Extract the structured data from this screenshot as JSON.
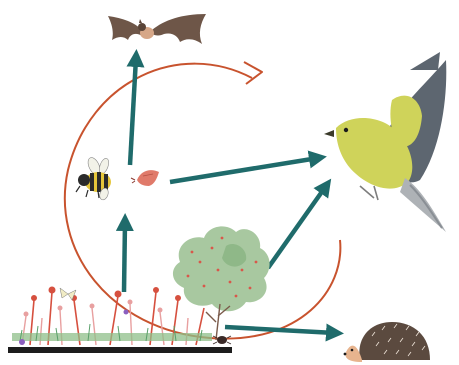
{
  "diagram": {
    "nodes": [
      "bat",
      "bee",
      "moth",
      "yellow-bird",
      "flowering-shrub",
      "wildflower-meadow",
      "hedgehog"
    ],
    "edges": [
      {
        "from": "bee",
        "to": "bat"
      },
      {
        "from": "moth",
        "to": "yellow-bird"
      },
      {
        "from": "wildflower-meadow",
        "to": "bee"
      },
      {
        "from": "flowering-shrub",
        "to": "yellow-bird"
      },
      {
        "from": "wildflower-meadow",
        "to": "hedgehog"
      }
    ],
    "cycle": {
      "direction": "clockwise"
    }
  },
  "colors": {
    "background": "#ffffff",
    "arrow": "#1f6b6b",
    "cycle": "#c8532e",
    "bird_body": "#cfd35a",
    "bird_wing": "#5d6670",
    "bat": "#6e5648",
    "hedgehog_spines": "#5b4a3f",
    "hedgehog_face": "#e7b48e",
    "shrub": "#a8c8a0",
    "shrub_spots": "#d9574a",
    "meadow_red": "#d6503f",
    "meadow_pink": "#e8a0a0",
    "meadow_green": "#8fbf8a",
    "ground": "#1d1d1d"
  }
}
